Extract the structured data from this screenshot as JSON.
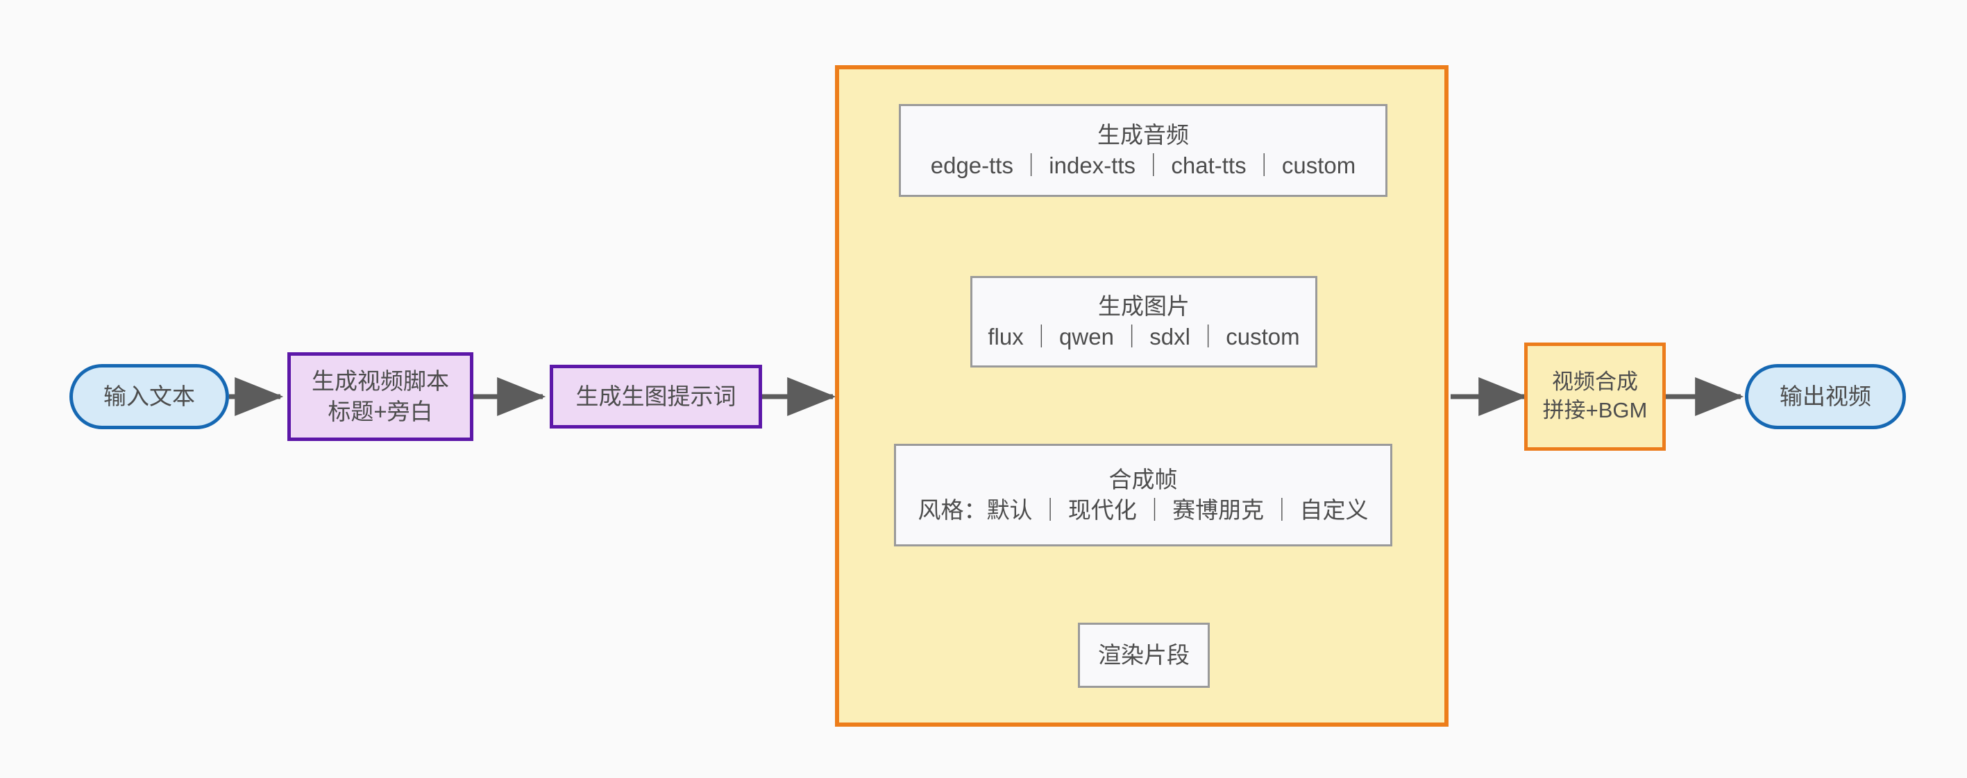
{
  "diagram": {
    "type": "flowchart",
    "direction": "left-to-right",
    "background_color": "#fafafa",
    "title": "",
    "palette": {
      "terminator_fill": "#d6eaf8",
      "terminator_stroke": "#1668b3",
      "process_purple_fill": "#eed9f5",
      "process_purple_stroke": "#5c17a8",
      "process_orange_fill": "#fbeeb7",
      "process_orange_stroke": "#ec7c1b",
      "plain_fill": "#f9f9fb",
      "plain_stroke": "#9a9a9a",
      "cluster_fill": "#fbefb8",
      "cluster_stroke": "#ed7d1a",
      "edge_stroke": "#5c5c5c",
      "text_color": "#4d4d4d"
    }
  },
  "nodes": {
    "input_text": {
      "line1": "输入文本",
      "line2": ""
    },
    "script_gen": {
      "line1": "生成视频脚本",
      "line2": "标题+旁白"
    },
    "prompt_gen": {
      "line1": "生成生图提示词",
      "line2": ""
    },
    "audio_gen": {
      "line1": "生成音频",
      "line2": "edge-tts ｜ index-tts ｜ chat-tts ｜ custom"
    },
    "image_gen": {
      "line1": "生成图片",
      "line2": "flux ｜ qwen ｜ sdxl ｜ custom"
    },
    "frame_compose": {
      "line1": "合成帧",
      "line2": "风格：默认 ｜ 现代化 ｜ 赛博朋克 ｜ 自定义"
    },
    "render_clip": {
      "line1": "渲染片段",
      "line2": ""
    },
    "video_merge": {
      "line1": "视频合成",
      "line2": "拼接+BGM"
    },
    "output_video": {
      "line1": "输出视频",
      "line2": ""
    }
  },
  "cluster": {
    "label": ""
  },
  "edges": [
    {
      "from": "input_text",
      "to": "script_gen",
      "label": ""
    },
    {
      "from": "script_gen",
      "to": "prompt_gen",
      "label": ""
    },
    {
      "from": "prompt_gen",
      "to": "audio_gen",
      "label": ""
    },
    {
      "from": "audio_gen",
      "to": "image_gen",
      "label": ""
    },
    {
      "from": "image_gen",
      "to": "frame_compose",
      "label": ""
    },
    {
      "from": "frame_compose",
      "to": "render_clip",
      "label": ""
    },
    {
      "from": "render_clip",
      "to": "video_merge",
      "label": ""
    },
    {
      "from": "video_merge",
      "to": "output_video",
      "label": ""
    }
  ]
}
